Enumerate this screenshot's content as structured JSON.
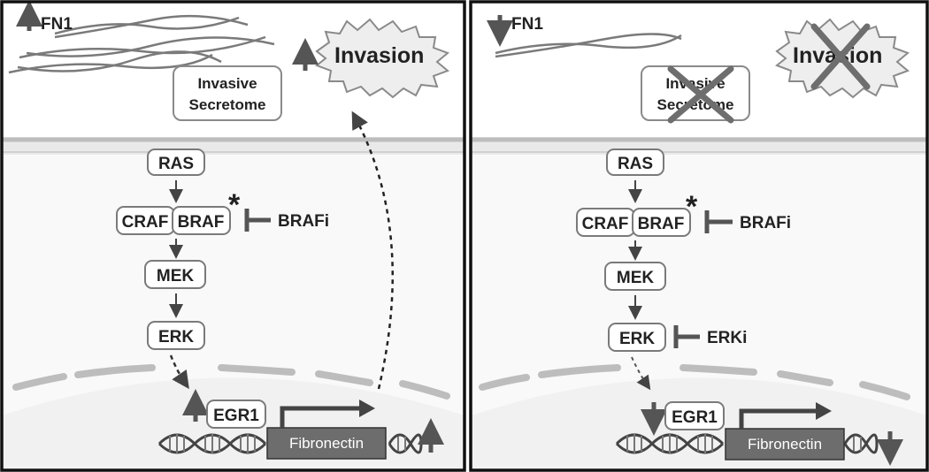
{
  "panels": [
    {
      "fn1": "FN1",
      "fn1_trend": "up",
      "invasion": "Invasion",
      "invasion_trend": "up",
      "invasion_blocked": false,
      "secretome_line1": "Invasive",
      "secretome_line2": "Secretome",
      "secretome_blocked": false,
      "ras": "RAS",
      "craf": "CRAF",
      "braf": "BRAF",
      "braf_mark": "*",
      "brafi": "BRAFi",
      "mek": "MEK",
      "erk": "ERK",
      "erki": "",
      "egr1": "EGR1",
      "egr1_trend": "up",
      "fibronectin": "Fibronectin",
      "fibronectin_trend": "up"
    },
    {
      "fn1": "FN1",
      "fn1_trend": "down",
      "invasion": "Invasion",
      "invasion_trend": "none",
      "invasion_blocked": true,
      "secretome_line1": "Invasive",
      "secretome_line2": "Secretome",
      "secretome_blocked": true,
      "ras": "RAS",
      "craf": "CRAF",
      "braf": "BRAF",
      "braf_mark": "*",
      "brafi": "BRAFi",
      "mek": "MEK",
      "erk": "ERK",
      "erki": "ERKi",
      "egr1": "EGR1",
      "egr1_trend": "down",
      "fibronectin": "Fibronectin",
      "fibronectin_trend": "down"
    }
  ],
  "colors": {
    "border": "#111111",
    "arrow": "#555555",
    "box_stroke": "#7a7a7a",
    "membrane": "#bdbdbd",
    "cytoplasm": "#f9f9f9",
    "fibronectin_box": "#6d6d6d",
    "cross": "#6e6e6e"
  }
}
